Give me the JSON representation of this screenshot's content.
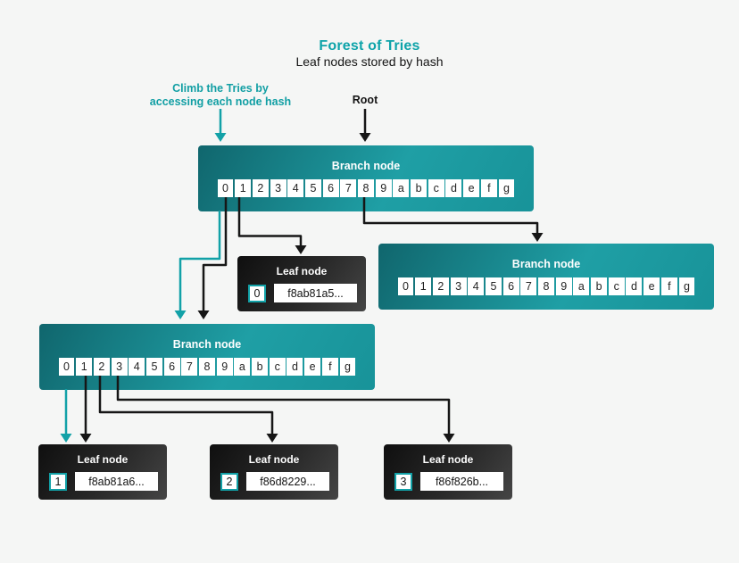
{
  "header": {
    "title": "Forest of Tries",
    "subtitle": "Leaf nodes stored by hash"
  },
  "annotations": {
    "climb_line1": "Climb the Tries by",
    "climb_line2": "accessing each node hash",
    "root": "Root"
  },
  "hex_cells": [
    "0",
    "1",
    "2",
    "3",
    "4",
    "5",
    "6",
    "7",
    "8",
    "9",
    "a",
    "b",
    "c",
    "d",
    "e",
    "f",
    "g"
  ],
  "branch_nodes": [
    {
      "label": "Branch node"
    },
    {
      "label": "Branch node"
    },
    {
      "label": "Branch node"
    }
  ],
  "leaf_nodes": [
    {
      "label": "Leaf node",
      "index": "0",
      "hash": "f8ab81a5..."
    },
    {
      "label": "Leaf node",
      "index": "1",
      "hash": "f8ab81a6..."
    },
    {
      "label": "Leaf node",
      "index": "2",
      "hash": "f86d8229..."
    },
    {
      "label": "Leaf node",
      "index": "3",
      "hash": "f86f826b..."
    }
  ],
  "colors": {
    "teal_accent": "#12a1a7",
    "title_teal": "#0da3a9",
    "arrow_black": "#161616",
    "background": "#f5f6f5",
    "branch_gradient_start": "#10666d",
    "branch_gradient_end": "#189399",
    "leaf_gradient_start": "#0f0f0f",
    "leaf_gradient_end": "#454545"
  }
}
